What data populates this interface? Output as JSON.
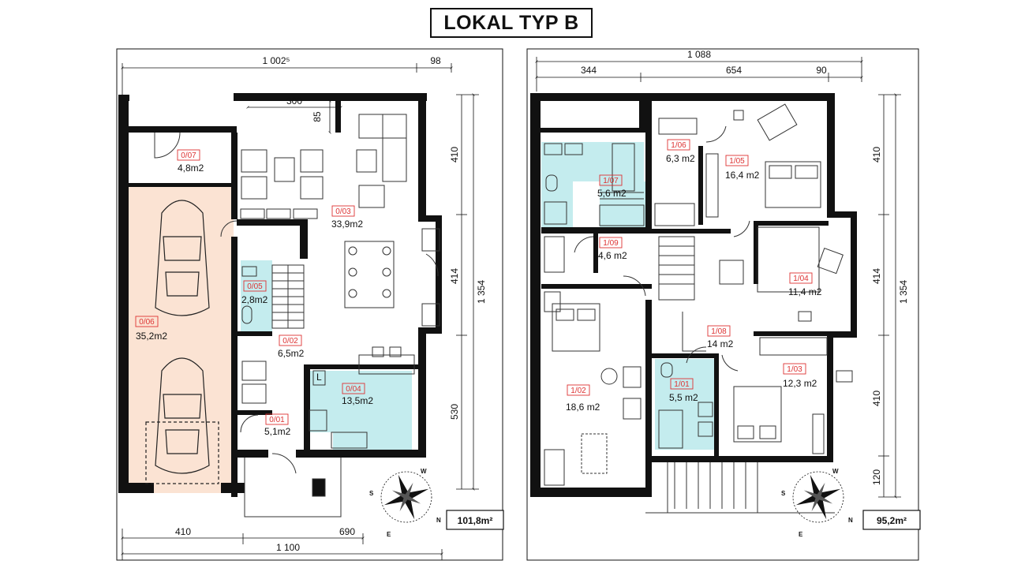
{
  "title": "LOKAL TYP B",
  "ground_floor": {
    "dims_top": {
      "total": "1 002⁵",
      "side": "98",
      "inner": "300",
      "inner_small": "85"
    },
    "dims_right": {
      "a": "410",
      "b": "414",
      "c": "530",
      "total": "1 354"
    },
    "dims_bottom": {
      "a": "410",
      "b": "690",
      "total": "1 100"
    },
    "rooms": [
      {
        "id": "0/07",
        "area": "4,8m2"
      },
      {
        "id": "0/03",
        "area": "33,9m2"
      },
      {
        "id": "0/05",
        "area": "2,8m2"
      },
      {
        "id": "0/06",
        "area": "35,2m2"
      },
      {
        "id": "0/02",
        "area": "6,5m2"
      },
      {
        "id": "0/04",
        "area": "13,5m2"
      },
      {
        "id": "0/01",
        "area": "5,1m2"
      }
    ],
    "total_area": "101,8m²",
    "kitchen_mark": "L"
  },
  "upper_floor": {
    "dims_top": {
      "total": "1 088",
      "a": "344",
      "b": "654",
      "c": "90"
    },
    "dims_right": {
      "a": "410",
      "b": "414",
      "c": "410",
      "d": "120",
      "total": "1 354"
    },
    "rooms": [
      {
        "id": "1/07",
        "area": "5,6 m2"
      },
      {
        "id": "1/06",
        "area": "6,3 m2"
      },
      {
        "id": "1/05",
        "area": "16,4 m2"
      },
      {
        "id": "1/09",
        "area": "4,6 m2"
      },
      {
        "id": "1/04",
        "area": "11,4 m2"
      },
      {
        "id": "1/08",
        "area": "14 m2"
      },
      {
        "id": "1/01",
        "area": "5,5 m2"
      },
      {
        "id": "1/02",
        "area": "18,6 m2"
      },
      {
        "id": "1/03",
        "area": "12,3 m2"
      }
    ],
    "total_area": "95,2m²"
  },
  "compass": {
    "n": "N",
    "s": "S",
    "e": "E",
    "w": "W"
  },
  "colors": {
    "wall": "#111111",
    "garage": "#fbe3d3",
    "wet": "#c4ecee",
    "label": "#d33333"
  }
}
